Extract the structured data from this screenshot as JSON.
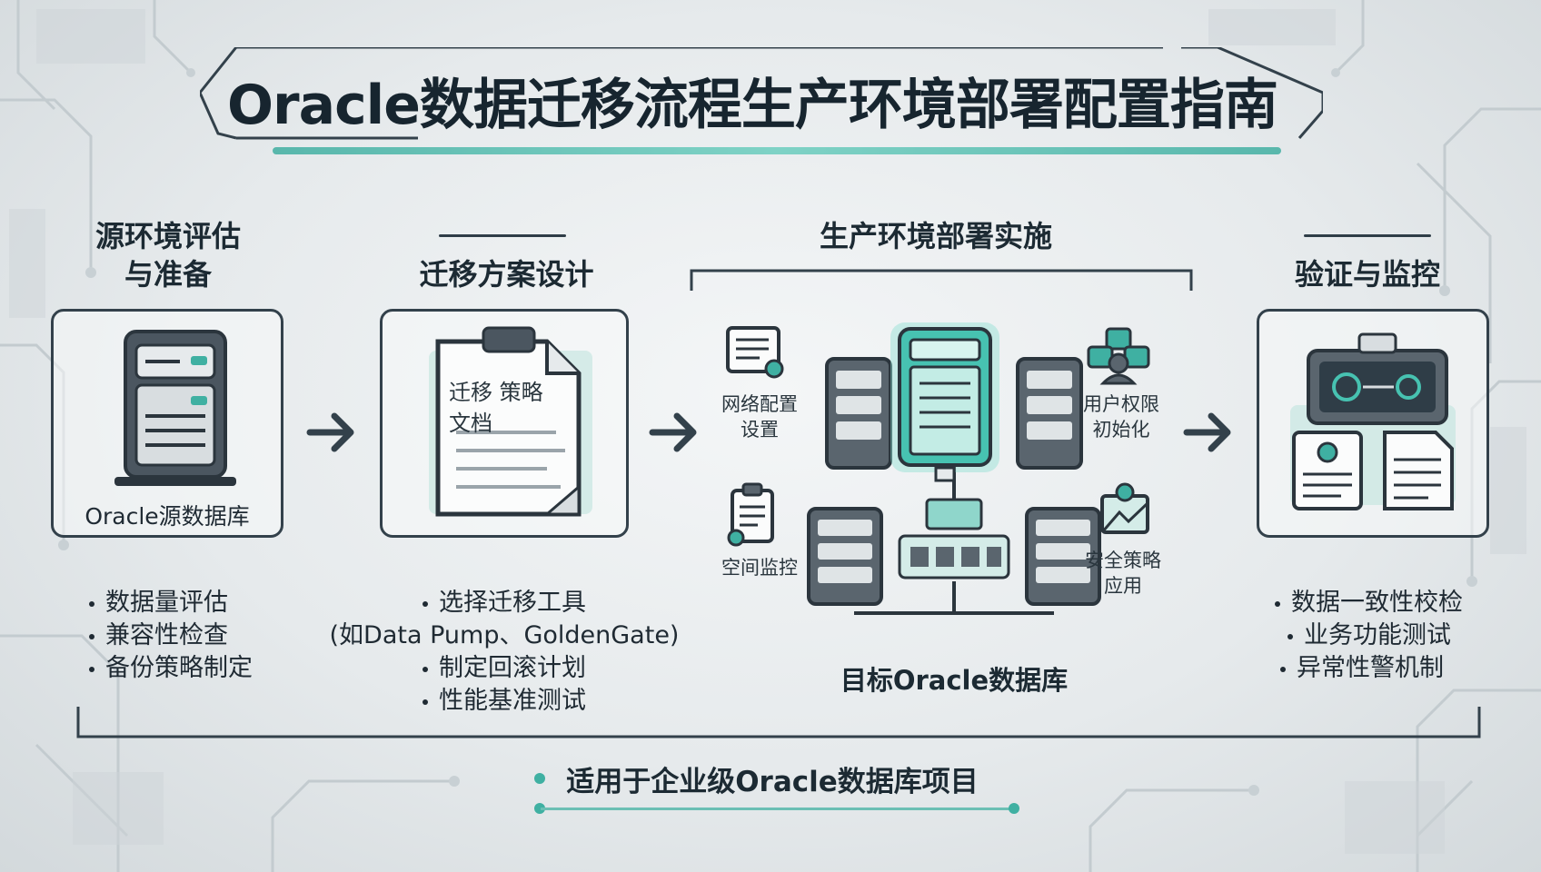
{
  "title": "Oracle数据迁移流程生产环境部署配置指南",
  "stages": [
    {
      "title_lines": [
        "源环境评估",
        "与准备"
      ],
      "caption": "Oracle源数据库",
      "bullets": [
        "数据量评估",
        "兼容性检查",
        "备份策略制定"
      ]
    },
    {
      "title_lines": [
        "迁移方案设计"
      ],
      "document_text": [
        "迁移 策略",
        "文档"
      ],
      "bullets": [
        "选择迁移工具",
        "(如Data Pump、GoldenGate)",
        "制定回滚计划",
        "性能基准测试"
      ]
    },
    {
      "title_lines": [
        "生产环境部署实施"
      ],
      "network_label": [
        "网络配置",
        "设置"
      ],
      "permission_label": [
        "用户权限",
        "初始化"
      ],
      "monitor_label": [
        "空间监控"
      ],
      "security_label": [
        "安全策略",
        "应用"
      ],
      "target_label": "目标Oracle数据库"
    },
    {
      "title_lines": [
        "验证与监控"
      ],
      "bullets": [
        "数据一致性校检",
        "业务功能测试",
        "异常性警机制"
      ]
    }
  ],
  "footer": "适用于企业级Oracle数据库项目",
  "icons": [
    "server-icon",
    "document-icon",
    "server-cluster-icon",
    "network-config-icon",
    "user-permission-icon",
    "monitor-icon",
    "security-icon",
    "dashboard-icon",
    "arrow-right-icon"
  ],
  "colors": {
    "accent": "#3fb0a2",
    "dark": "#33414b",
    "background": "#e6eaec"
  }
}
